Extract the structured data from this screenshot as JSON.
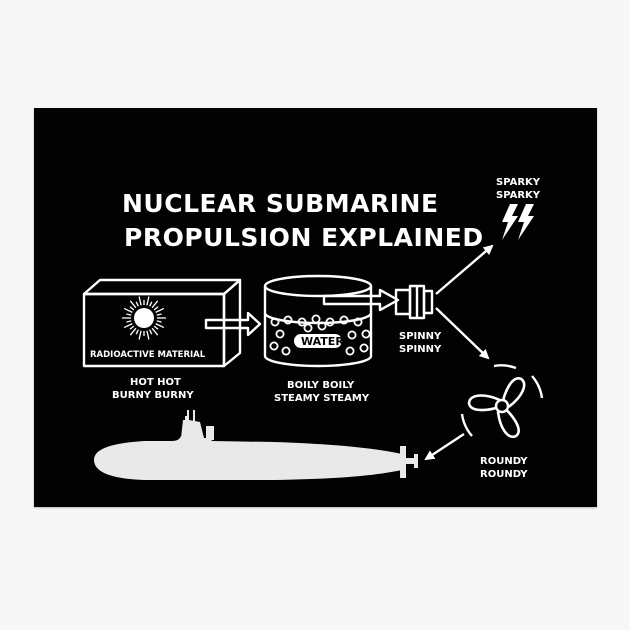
{
  "diagram": {
    "title_line1": "NUCLEAR SUBMARINE",
    "title_line2": "PROPULSION EXPLAINED",
    "reactor": {
      "box_label": "RADIOACTIVE MATERIAL",
      "caption_line1": "HOT HOT",
      "caption_line2": "BURNY BURNY"
    },
    "tank": {
      "inner_label": "WATER",
      "caption_line1": "BOILY BOILY",
      "caption_line2": "STEAMY STEAMY"
    },
    "turbine": {
      "caption_line1": "SPINNY",
      "caption_line2": "SPINNY"
    },
    "generator": {
      "caption_line1": "SPARKY",
      "caption_line2": "SPARKY"
    },
    "propeller": {
      "caption_line1": "ROUNDY",
      "caption_line2": "ROUNDY"
    },
    "colors": {
      "background": "#020202",
      "ink": "#ffffff",
      "submarine": "#e9e9e9",
      "frame": "#f7f7f7"
    }
  }
}
